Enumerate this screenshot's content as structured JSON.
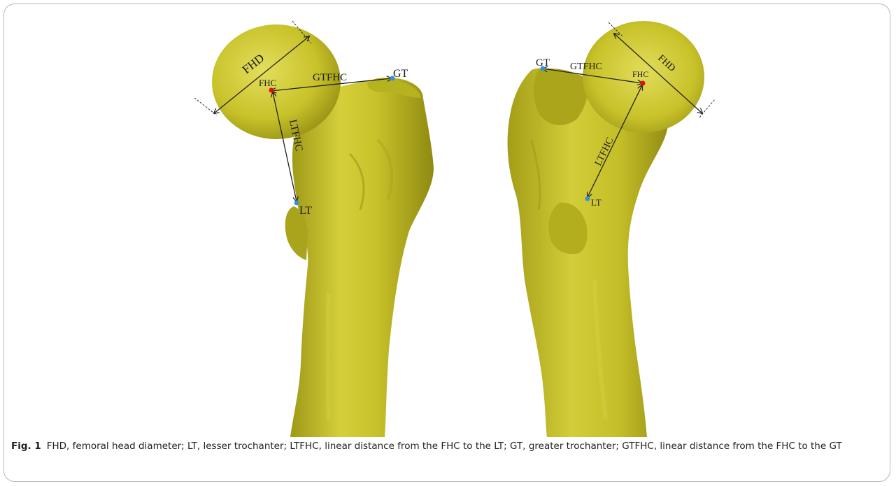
{
  "figure": {
    "left_bone_labels": {
      "fhd": "FHD",
      "fhc": "FHC",
      "gtfhc": "GTFHC",
      "gt": "GT",
      "ltfhc": "LTFHC",
      "lt": "LT"
    },
    "right_bone_labels": {
      "fhd": "FHD",
      "fhc": "FHC",
      "gtfhc": "GTFHC",
      "gt": "GT",
      "ltfhc": "LTFHC",
      "lt": "LT"
    },
    "colors": {
      "bone": "#c9c42a",
      "bone_shadow": "#8f8a12",
      "bone_highlight": "#e6e27a",
      "fhc_point": "#e01010",
      "landmark_point": "#3a8fd8",
      "frame_border": "#b8b8b8"
    }
  },
  "caption": {
    "label": "Fig. 1",
    "text": "FHD, femoral head diameter; LT, lesser trochanter; LTFHC, linear distance from the FHC to the LT; GT, greater trochanter; GTFHC, linear distance from the FHC to the GT"
  }
}
